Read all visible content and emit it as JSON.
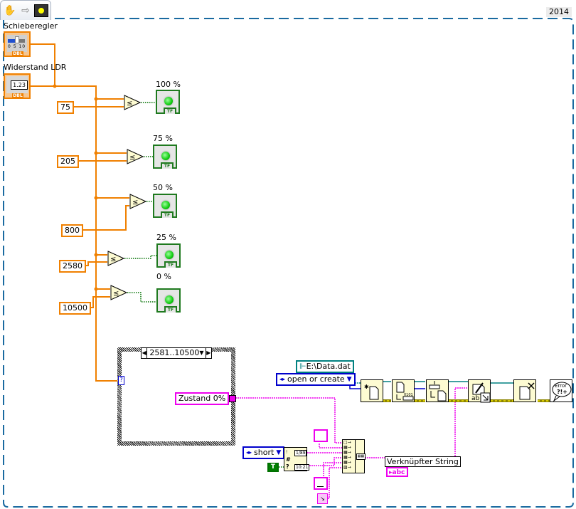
{
  "toolbar": {
    "icons": [
      "hand-icon",
      "arrow-icon",
      "highlight-execution-icon"
    ],
    "version_label": "2014"
  },
  "controls": {
    "slider": {
      "label": "Schieberegler",
      "type": "DBL",
      "ticks": [
        "0",
        "5",
        "10"
      ]
    },
    "resistance": {
      "label": "Widerstand LDR",
      "type": "DBL",
      "display": "1.23"
    }
  },
  "thresholds": [
    {
      "constant": "75",
      "indicator_label": "100 %",
      "indicator_type": "TF"
    },
    {
      "constant": "205",
      "indicator_label": "75 %",
      "indicator_type": "TF"
    },
    {
      "constant": "800",
      "indicator_label": "50 %",
      "indicator_type": "TF"
    },
    {
      "constant": "2580",
      "indicator_label": "25 %",
      "indicator_type": "TF"
    },
    {
      "constant": "10500",
      "indicator_label": "0 %",
      "indicator_type": "TF"
    }
  ],
  "case_structure": {
    "selector_value": "2581..10500",
    "selector_terminal": "?",
    "string_constant": "Zustand 0%"
  },
  "file_io": {
    "path_constant": "E:\\Data.dat",
    "operation_enum": "open or create",
    "nodes": [
      "open-create-replace-file",
      "set-file-position",
      "set-file-position-end",
      "write-to-text-file",
      "close-file",
      "simple-error-handler"
    ],
    "error_label": "Error"
  },
  "timestamp": {
    "format_enum": "short",
    "bool_constant": "T",
    "date_display": "1/89",
    "time_display": "10:21"
  },
  "concatenate": {
    "output_label": "Verknüpfter String",
    "indicator_type": "abc"
  },
  "colors": {
    "numeric_wire": "#f08000",
    "boolean_wire": "#007000",
    "string_wire": "#ee00ee",
    "path_wire": "#008080",
    "enum_wire": "#0000cc",
    "error_wire": "#b8b000",
    "diagram_border": "#1a6aa0"
  }
}
